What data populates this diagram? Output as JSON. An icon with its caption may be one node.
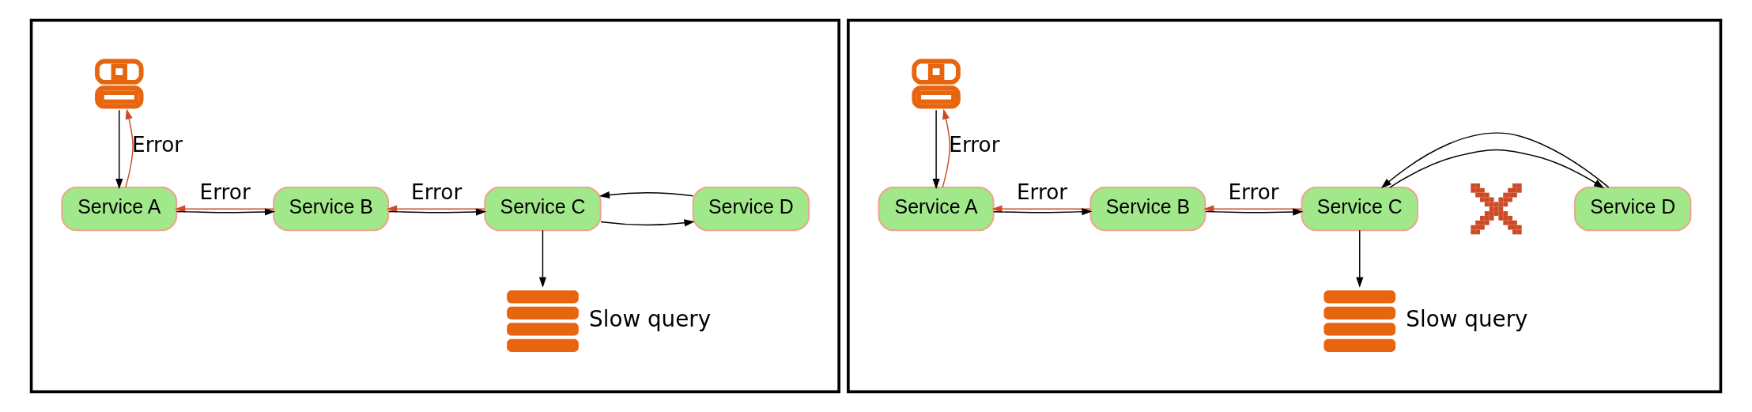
{
  "diagram": {
    "nodes": [
      {
        "text": [],
        "shape": "box"
      },
      {
        "text": [],
        "shape": "person",
        "in": 0
      },
      {
        "text": [
          "Service A"
        ],
        "in": 0
      },
      {
        "text": [
          "Service B"
        ],
        "in": 0
      },
      {
        "text": [
          "Service C"
        ],
        "in": 0
      },
      {
        "text": [
          "Service D"
        ],
        "in": 0
      },
      {
        "text": [],
        "shape": "cylinder",
        "beside": [
          "Slow query"
        ],
        "in": 0
      },
      {
        "text": [],
        "shape": "box"
      },
      {
        "text": [],
        "shape": "person",
        "in": 7
      },
      {
        "text": [
          "Service A"
        ],
        "in": 7
      },
      {
        "text": [
          "Service B"
        ],
        "in": 7
      },
      {
        "text": [
          "Service C"
        ],
        "in": 7
      },
      {
        "text": [],
        "shape": "cross",
        "in": 7
      },
      {
        "text": [
          "Service D"
        ],
        "in": 7
      },
      {
        "text": [],
        "shape": "cylinder",
        "beside": [
          "Slow query"
        ],
        "in": 7
      }
    ],
    "edges": [
      {
        "from": 1,
        "to": 2,
        "arrow": "to"
      },
      {
        "from": 2,
        "to": 1,
        "arrow": "to",
        "label": "Error",
        "color": "#cc4a26"
      },
      {
        "from": 2,
        "to": 3,
        "arrow": "to"
      },
      {
        "from": 3,
        "to": 2,
        "arrow": "to",
        "label": "Error",
        "color": "#cc4a26"
      },
      {
        "from": 3,
        "to": 4,
        "arrow": "to"
      },
      {
        "from": 4,
        "to": 3,
        "arrow": "to",
        "label": "Error",
        "color": "#cc4a26"
      },
      {
        "from": 4,
        "to": 5,
        "arrow": "to"
      },
      {
        "from": 5,
        "to": 4,
        "arrow": "to"
      },
      {
        "from": 4,
        "to": 6,
        "arrow": "to"
      },
      {
        "from": 8,
        "to": 9,
        "arrow": "to"
      },
      {
        "from": 9,
        "to": 8,
        "arrow": "to",
        "label": "Error",
        "color": "#cc4a26"
      },
      {
        "from": 9,
        "to": 10,
        "arrow": "to"
      },
      {
        "from": 10,
        "to": 9,
        "arrow": "to",
        "label": "Error",
        "color": "#cc4a26"
      },
      {
        "from": 10,
        "to": 11,
        "arrow": "to"
      },
      {
        "from": 11,
        "to": 10,
        "arrow": "to",
        "label": "Error",
        "color": "#cc4a26"
      },
      {
        "from": 11,
        "to": 13,
        "arrow": "to"
      },
      {
        "from": 13,
        "to": 11,
        "arrow": "to"
      },
      {
        "from": 11,
        "to": 14,
        "arrow": "to"
      }
    ]
  }
}
